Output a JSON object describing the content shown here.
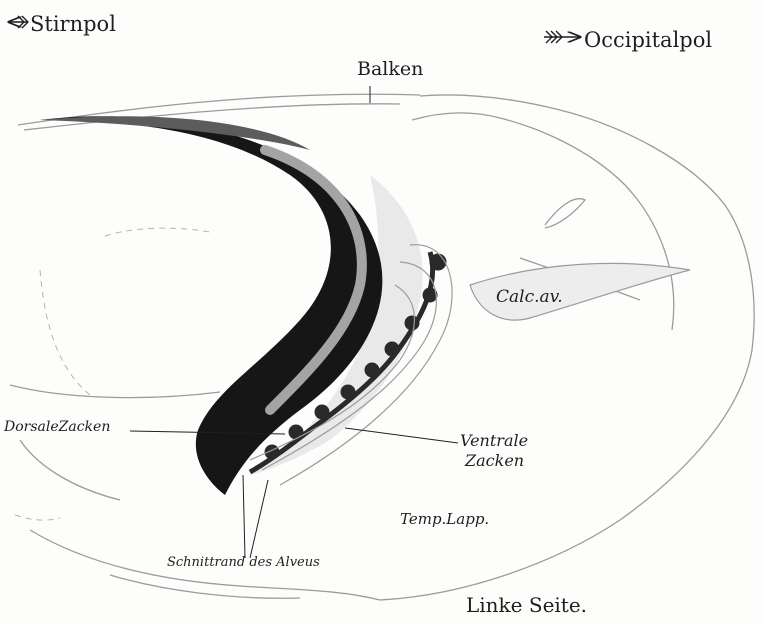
{
  "figure": {
    "labels": {
      "stirnpol": "Stirnpol",
      "occipitalpol": "Occipitalpol",
      "balken": "Balken",
      "calc_av": "Calc.av.",
      "dorsale_zacken": "DorsaleZacken",
      "ventrale_zacken_line1": "Ventrale",
      "ventrale_zacken_line2": "Zacken",
      "temp_lapp": "Temp.Lapp.",
      "schnittrand": "Schnittrand des Alveus",
      "linke_seite": "Linke Seite."
    }
  },
  "colors": {
    "ink": "#1f1f1f",
    "stain_dark": "#161616",
    "stain_gray": "#a4a4a4",
    "line_gray": "#9b9b9b",
    "paper": "#fdfdfc"
  }
}
